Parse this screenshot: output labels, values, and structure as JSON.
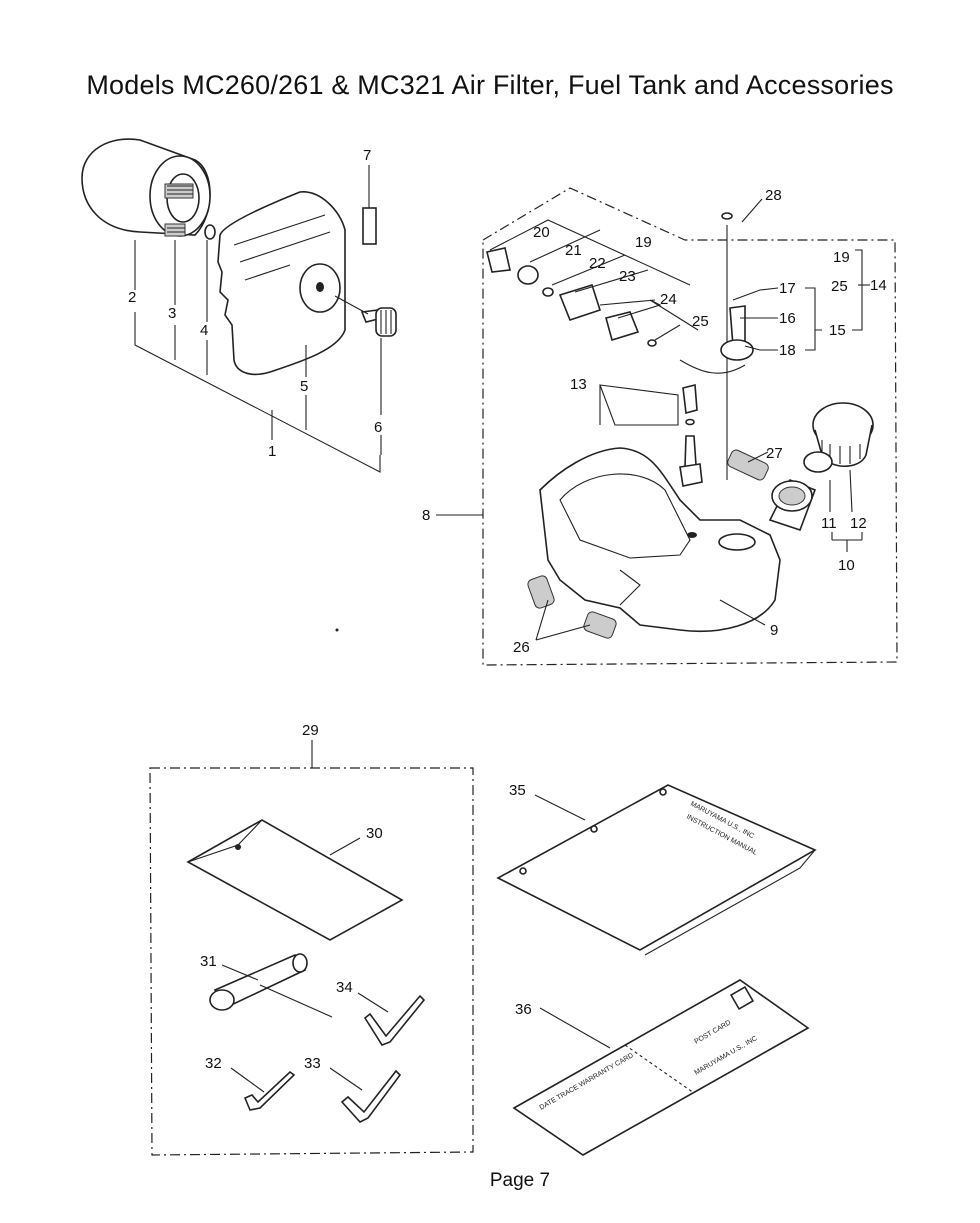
{
  "title": "Models MC260/261 & MC321 Air Filter, Fuel Tank and Accessories",
  "footer": "Page 7",
  "callouts": [
    "1",
    "2",
    "3",
    "4",
    "5",
    "6",
    "7",
    "8",
    "9",
    "10",
    "11",
    "12",
    "13",
    "14",
    "15",
    "16",
    "17",
    "18",
    "19",
    "20",
    "21",
    "22",
    "23",
    "24",
    "25",
    "26",
    "27",
    "28",
    "29",
    "30",
    "31",
    "32",
    "33",
    "34",
    "35",
    "36"
  ],
  "callouts_repeat": {
    "19b": "19",
    "25b": "25"
  },
  "manual_text": {
    "line1": "MARUYAMA U.S., INC",
    "line2": "INSTRUCTION MANUAL"
  },
  "card_text": {
    "left": "DATE TRACE WARRANTY CARD",
    "line1": "POST CARD",
    "line2": "MARUYAMA U.S., INC"
  }
}
